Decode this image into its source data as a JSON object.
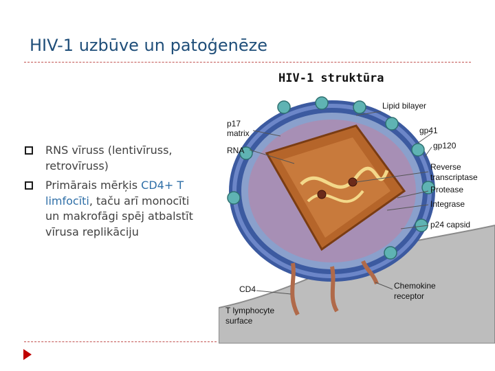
{
  "slide": {
    "title": "HIV-1 uzbūve un patoģenēze",
    "figure_title": "HIV-1 struktūra"
  },
  "bullets": [
    {
      "parts": [
        "RNS vīruss (lentivīruss, retrovīruss)"
      ]
    },
    {
      "parts": [
        "Primārais mērķis ",
        "CD4+ T limfocīti",
        ", taču arī monocīti un makrofāgi spēj atbalstīt vīrusa replikāciju"
      ]
    }
  ],
  "figure": {
    "labels": {
      "lipid_bilayer": "Lipid bilayer",
      "p17_matrix_line1": "p17",
      "p17_matrix_line2": "matrix",
      "gp41": "gp41",
      "rna": "RNA",
      "gp120": "gp120",
      "reverse_transcriptase_line1": "Reverse",
      "reverse_transcriptase_line2": "transcriptase",
      "protease": "Protease",
      "integrase": "Integrase",
      "p24_capsid": "p24 capsid",
      "cd4": "CD4",
      "chemokine_receptor_line1": "Chemokine",
      "chemokine_receptor_line2": "receptor",
      "t_lymphocyte_surface_line1": "T lymphocyte",
      "t_lymphocyte_surface_line2": "surface"
    }
  },
  "colors": {
    "title": "#1f4e79",
    "accent": "#2f6fa7",
    "rule": "#c0504d",
    "arrow": "#c00000"
  }
}
